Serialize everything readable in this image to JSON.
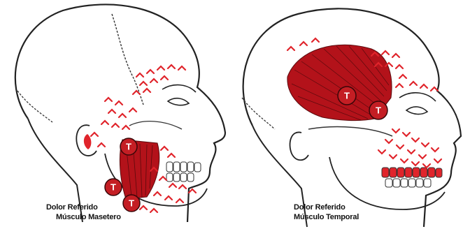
{
  "colors": {
    "referred_pain": "#e0242b",
    "muscle": "#b3121a",
    "trigger_point_fill": "#c41e24",
    "outline": "#222222"
  },
  "trigger_point_label": "T",
  "panels": [
    {
      "caption_line1": "Dolor Referido",
      "caption_line2": "Músculo Masetero",
      "trigger_point_count": 3
    },
    {
      "caption_line1": "Dolor Referido",
      "caption_line2": "Músculo Temporal",
      "trigger_point_count": 2
    }
  ]
}
